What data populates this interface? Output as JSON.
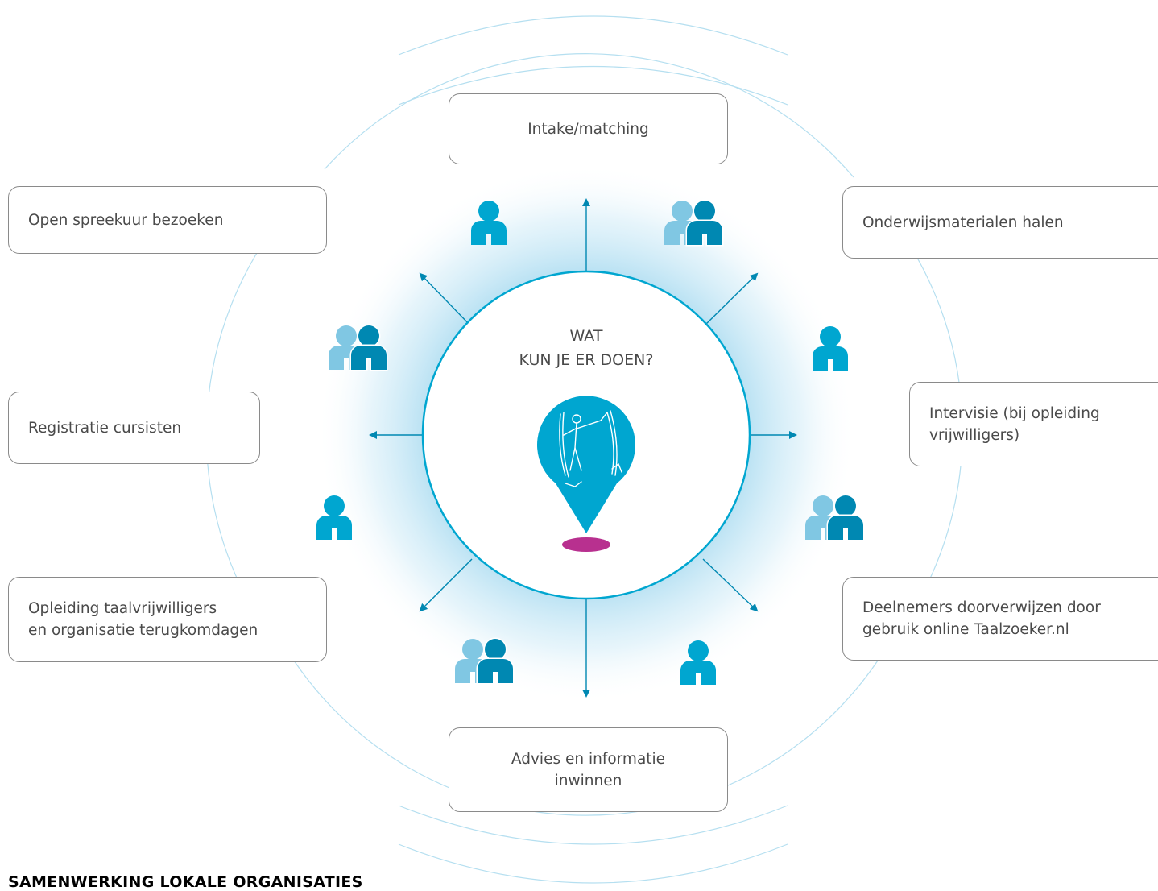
{
  "center": {
    "title": "WAT\nKUN JE ER DOEN?",
    "icon": "location-pin-icon"
  },
  "activities": [
    {
      "label": "Intake/matching"
    },
    {
      "label": "Open spreekuur bezoeken"
    },
    {
      "label": "Onderwijsmaterialen halen"
    },
    {
      "label": "Registratie cursisten"
    },
    {
      "label": "Intervisie (bij opleiding\nvrijwilligers)"
    },
    {
      "label": "Opleiding taalvrijwilligers\nen organisatie terugkomdagen"
    },
    {
      "label": "Deelnemers doorverwijzen door\ngebruik online Taalzoeker.nl"
    },
    {
      "label": "Advies en informatie\ninwinnen"
    }
  ],
  "icons": {
    "single": "person-icon",
    "pair": "two-people-icon"
  },
  "footer": {
    "label": "SAMENWERKING LOKALE ORGANISATIES"
  },
  "colors": {
    "primary": "#00a6d0",
    "dark": "#0088b2",
    "light": "#80c7e3",
    "ellipse": "#b8308f",
    "ring": "#b5dff0",
    "border": "#8a8a8a",
    "text": "#4a4a4a"
  }
}
